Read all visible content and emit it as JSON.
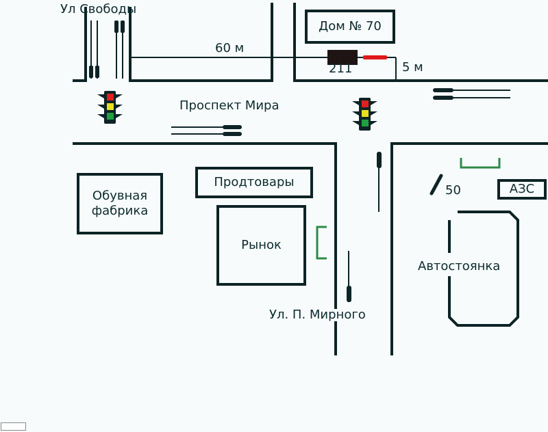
{
  "streets": {
    "svobody": "Ул Свободы",
    "prospekt_mira": "Проспект Мира",
    "p_mirnogo": "Ул. П. Мирного"
  },
  "buildings": {
    "house": "Дом № 70",
    "shoe_factory": "Обувная фабрика",
    "grocery": "Продтовары",
    "market": "Рынок",
    "gas_station": "АЗС",
    "parking": "Автостоянка"
  },
  "measurements": {
    "distance_long": "60 м",
    "distance_short": "5 м",
    "vehicle_number": "211",
    "speed_sign": "50"
  },
  "colors": {
    "road": "#0d2326",
    "signal_red": "#e02020",
    "signal_yellow": "#e8e020",
    "signal_green": "#20a040",
    "stop_bracket": "#2e8a48",
    "marker_red": "#e01818"
  },
  "icons": [
    "traffic-light-icon",
    "traffic-light-icon",
    "car-icon",
    "speed-limit-sign-icon"
  ]
}
